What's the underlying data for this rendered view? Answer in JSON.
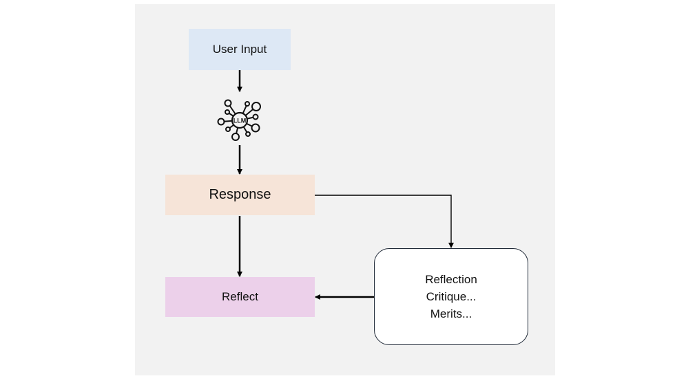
{
  "nodes": {
    "user_input": "User Input",
    "response": "Response",
    "reflect": "Reflect",
    "reflection_lines": [
      "Reflection",
      "Critique...",
      "Merits..."
    ]
  },
  "icon": {
    "name": "llm-network-icon",
    "label": "LLM"
  },
  "colors": {
    "canvas_bg": "#f2f2f2",
    "user_input_bg": "#dde8f5",
    "response_bg": "#f6e4d8",
    "reflect_bg": "#ecd0ea",
    "reflection_box_bg": "#ffffff",
    "arrow": "#000000"
  }
}
